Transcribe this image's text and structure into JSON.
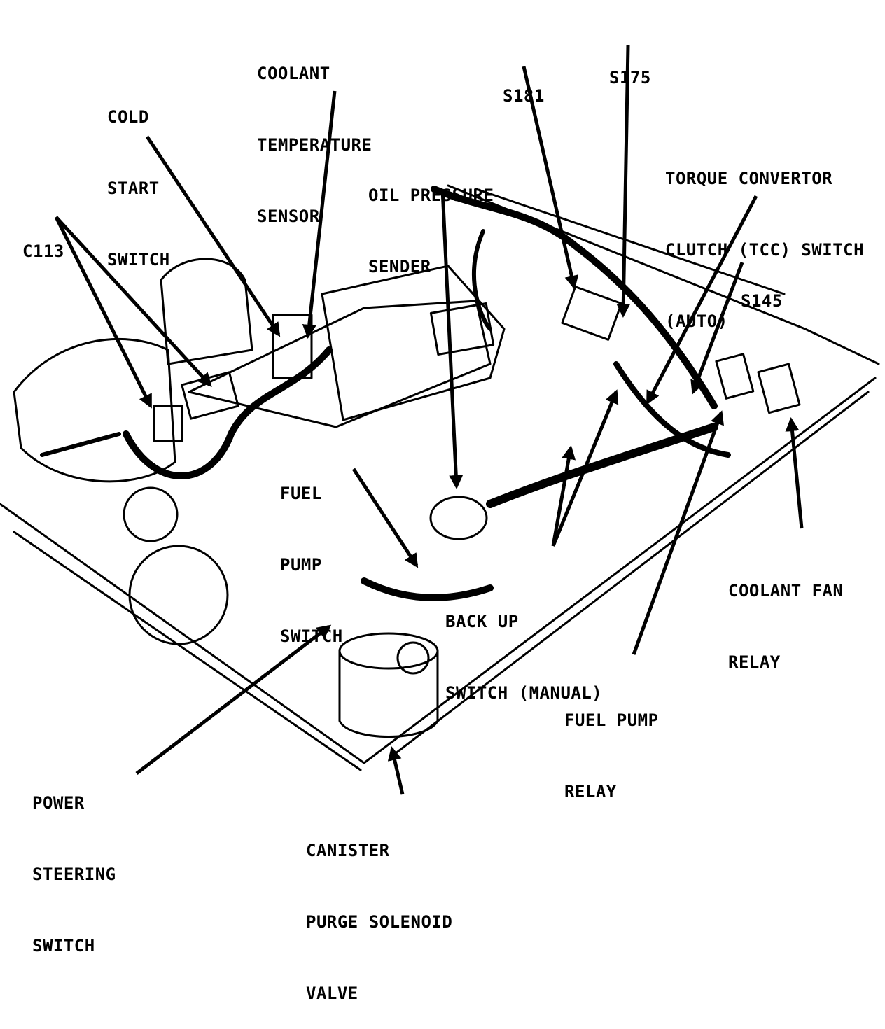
{
  "diagram": {
    "labels": {
      "cold_start_switch": [
        "COLD",
        "START",
        "SWITCH"
      ],
      "coolant_temperature_sensor": [
        "COOLANT",
        "TEMPERATURE",
        "SENSOR"
      ],
      "s181": [
        "S181"
      ],
      "s175": [
        "S175"
      ],
      "oil_pressure_sender": [
        "OIL PRESSURE",
        "SENDER"
      ],
      "torque_convertor_clutch_switch": [
        "TORQUE CONVERTOR",
        "CLUTCH (TCC) SWITCH",
        "(AUTO)"
      ],
      "c113": [
        "C113"
      ],
      "s145": [
        "S145"
      ],
      "fuel_pump_switch": [
        "FUEL",
        "PUMP",
        "SWITCH"
      ],
      "back_up_switch": [
        "BACK UP",
        "SWITCH (MANUAL)"
      ],
      "coolant_fan_relay": [
        "COOLANT FAN",
        "RELAY"
      ],
      "fuel_pump_relay": [
        "FUEL PUMP",
        "RELAY"
      ],
      "power_steering_switch": [
        "POWER",
        "STEERING",
        "SWITCH"
      ],
      "canister_purge_solenoid_valve": [
        "CANISTER",
        "PURGE SOLENOID",
        "VALVE"
      ]
    }
  }
}
